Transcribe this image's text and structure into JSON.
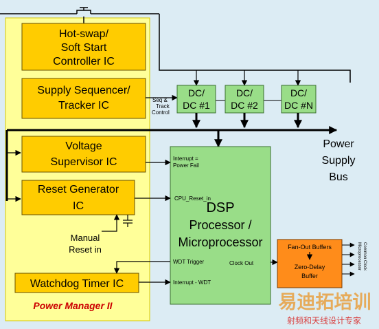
{
  "colors": {
    "background": "#dcecf4",
    "power_manager_fill": "#ffff99",
    "ic_block_fill": "#ffcc00",
    "dc_fill": "#99dd88",
    "dsp_fill": "#99dd88",
    "buffer_fill": "#ff8c1a",
    "label_red": "#cc0000",
    "watermark_orange": "#e8a040",
    "line": "#000000"
  },
  "power_manager": {
    "title": "Power Manager II",
    "blocks": {
      "hotswap": {
        "line1": "Hot-swap/",
        "line2": "Soft Start",
        "line3": "Controller IC"
      },
      "sequencer": {
        "line1": "Supply Sequencer/",
        "line2": "Tracker IC"
      },
      "supervisor": {
        "line1": "Voltage",
        "line2": "Supervisor IC"
      },
      "reset": {
        "line1": "Reset Generator",
        "line2": "IC"
      },
      "watchdog": {
        "line1": "Watchdog Timer IC"
      }
    },
    "manual_reset": {
      "line1": "Manual",
      "line2": "Reset in"
    }
  },
  "seq_track_label": {
    "line1": "Seq &",
    "line2": "Track",
    "line3": "Control"
  },
  "dc_converters": [
    {
      "line1": "DC/",
      "line2": "DC #1"
    },
    {
      "line1": "DC/",
      "line2": "DC #2"
    },
    {
      "line1": "DC/",
      "line2": "DC #N"
    }
  ],
  "bus_label": {
    "line1": "Power",
    "line2": "Supply",
    "line3": "Bus"
  },
  "dsp": {
    "line1": "DSP",
    "line2": "Processor /",
    "line3": "Microprocessor",
    "signals": {
      "interrupt_pf_1": "Interrupt =",
      "interrupt_pf_2": "Power Fail",
      "cpu_reset": "CPU_Reset_in",
      "wdt_trigger": "WDT Trigger",
      "interrupt_wdt": "Interrupt - WDT",
      "clock_out": "Clock Out"
    }
  },
  "buffers": {
    "fanout": "Fan-Out Buffers",
    "zerodelay_1": "Zero-Delay",
    "zerodelay_2": "Buffer",
    "side_1": "Microprocessor",
    "side_2": "Common Clock"
  },
  "watermark": {
    "main": "易迪拓培训",
    "sub": "射频和天线设计专家"
  }
}
